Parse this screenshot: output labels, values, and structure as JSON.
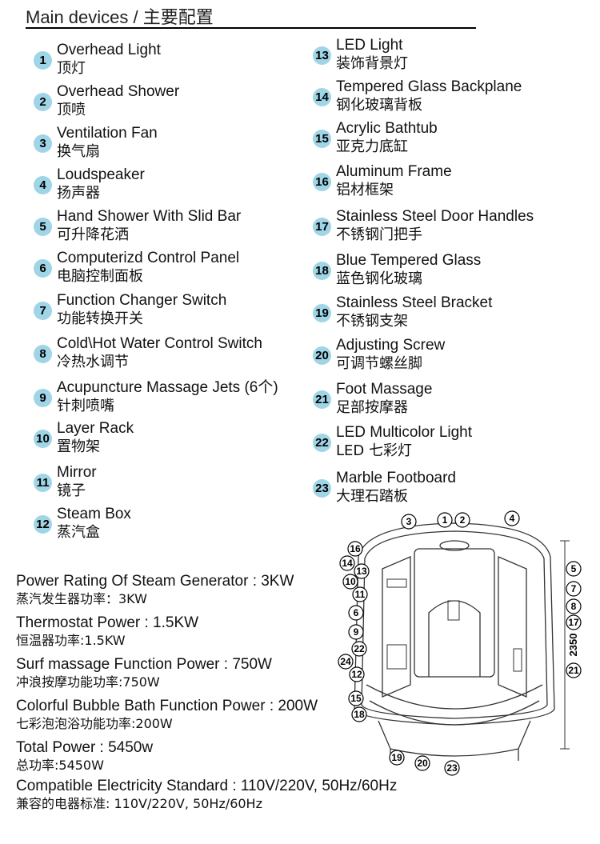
{
  "header": {
    "title": "Main devices / 主要配置"
  },
  "devices_left": [
    {
      "num": "1",
      "en": "Overhead Light",
      "cn": "顶灯"
    },
    {
      "num": "2",
      "en": "Overhead Shower",
      "cn": "顶喷"
    },
    {
      "num": "3",
      "en": "Ventilation Fan",
      "cn": "换气扇"
    },
    {
      "num": "4",
      "en": "Loudspeaker",
      "cn": "扬声器"
    },
    {
      "num": "5",
      "en": "Hand Shower With Slid Bar",
      "cn": "可升降花洒"
    },
    {
      "num": "6",
      "en": "Computerizd Control Panel",
      "cn": "电脑控制面板"
    },
    {
      "num": "7",
      "en": "Function Changer Switch",
      "cn": "功能转换开关"
    },
    {
      "num": "8",
      "en": "Cold\\Hot Water Control Switch",
      "cn": "冷热水调节"
    },
    {
      "num": "9",
      "en": "Acupuncture Massage Jets (6个)",
      "cn": "针刺喷嘴"
    },
    {
      "num": "10",
      "en": "Layer Rack",
      "cn": "置物架"
    },
    {
      "num": "11",
      "en": "Mirror",
      "cn": "镜子"
    },
    {
      "num": "12",
      "en": "Steam Box",
      "cn": "蒸汽盒"
    }
  ],
  "devices_right": [
    {
      "num": "13",
      "en": "LED Light",
      "cn": "装饰背景灯"
    },
    {
      "num": "14",
      "en": "Tempered Glass Backplane",
      "cn": "钢化玻璃背板"
    },
    {
      "num": "15",
      "en": "Acrylic Bathtub",
      "cn": "亚克力底缸"
    },
    {
      "num": "16",
      "en": "Aluminum Frame",
      "cn": "铝材框架"
    },
    {
      "num": "17",
      "en": "Stainless Steel Door Handles",
      "cn": "不锈钢门把手"
    },
    {
      "num": "18",
      "en": "Blue Tempered Glass",
      "cn": "蓝色钢化玻璃"
    },
    {
      "num": "19",
      "en": "Stainless Steel Bracket",
      "cn": "不锈钢支架"
    },
    {
      "num": "20",
      "en": "Adjusting Screw",
      "cn": "可调节螺丝脚"
    },
    {
      "num": "21",
      "en": "Foot Massage",
      "cn": "足部按摩器"
    },
    {
      "num": "22",
      "en": "LED Multicolor Light",
      "cn": "LED 七彩灯"
    },
    {
      "num": "23",
      "en": "Marble Footboard",
      "cn": "大理石踏板"
    }
  ],
  "specs": [
    {
      "en": "Power Rating Of Steam Generator : 3KW",
      "cn": "蒸汽发生器功率：3KW"
    },
    {
      "en": "Thermostat Power : 1.5KW",
      "cn": "恒温器功率:1.5KW"
    },
    {
      "en": "Surf massage Function Power : 750W",
      "cn": "冲浪按摩功能功率:750W"
    },
    {
      "en": "Colorful Bubble Bath Function Power : 200W",
      "cn": "七彩泡泡浴功能功率:200W"
    },
    {
      "en": "Total Power : 5450w",
      "cn": "总功率:5450W"
    },
    {
      "en": "Compatible Electricity Standard :   110V/220V,  50Hz/60Hz",
      "cn": "兼容的电器标准:   110V/220V, 50Hz/60Hz"
    }
  ],
  "diagram": {
    "height_label": "2350",
    "callouts": [
      "3",
      "1",
      "2",
      "4",
      "16",
      "14",
      "13",
      "10",
      "11",
      "6",
      "9",
      "22",
      "24",
      "12",
      "15",
      "18",
      "19",
      "20",
      "23",
      "5",
      "7",
      "8",
      "17",
      "21"
    ]
  },
  "colors": {
    "badge": "#9fd5e6",
    "text": "#111111"
  }
}
